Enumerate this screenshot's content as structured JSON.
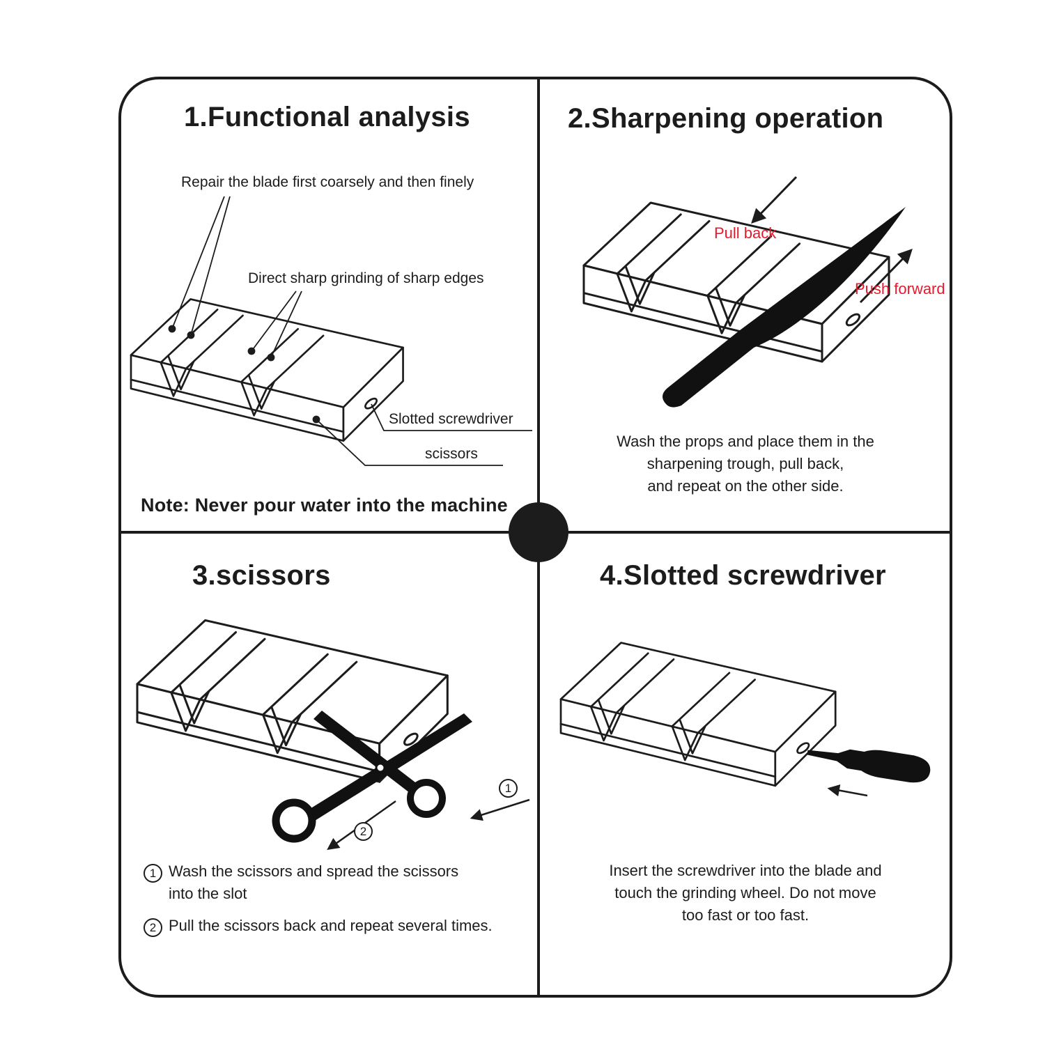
{
  "meta": {
    "background": "#ffffff",
    "line_color": "#1c1c1c",
    "accent_red": "#e8192c"
  },
  "panels": {
    "functional_analysis": {
      "title": "1.Functional analysis",
      "callout_coarse_fine": "Repair the blade first coarsely and then finely",
      "callout_direct_grind": "Direct sharp grinding of sharp edges",
      "callout_slotted_screwdriver": "Slotted screwdriver",
      "callout_scissors": "scissors",
      "note": "Note: Never pour water into the machine"
    },
    "sharpening_operation": {
      "title": "2.Sharpening operation",
      "label_pull_back": "Pull back",
      "label_push_forward": "Push forward",
      "caption_lines": [
        "Wash the props and place them in the",
        "sharpening trough, pull back,",
        "and repeat on the other side."
      ]
    },
    "scissors": {
      "title": "3.scissors",
      "marker_1": "1",
      "marker_2": "2",
      "step_1_num": "1",
      "step_1_line_1": "Wash the scissors and spread the scissors",
      "step_1_line_2": "into the slot",
      "step_2_num": "2",
      "step_2_text": "Pull the scissors back and repeat several times."
    },
    "slotted_screwdriver": {
      "title": "4.Slotted screwdriver",
      "caption_lines": [
        "Insert the screwdriver into the blade and",
        "touch the grinding wheel. Do not move",
        "too fast or too fast."
      ]
    }
  }
}
